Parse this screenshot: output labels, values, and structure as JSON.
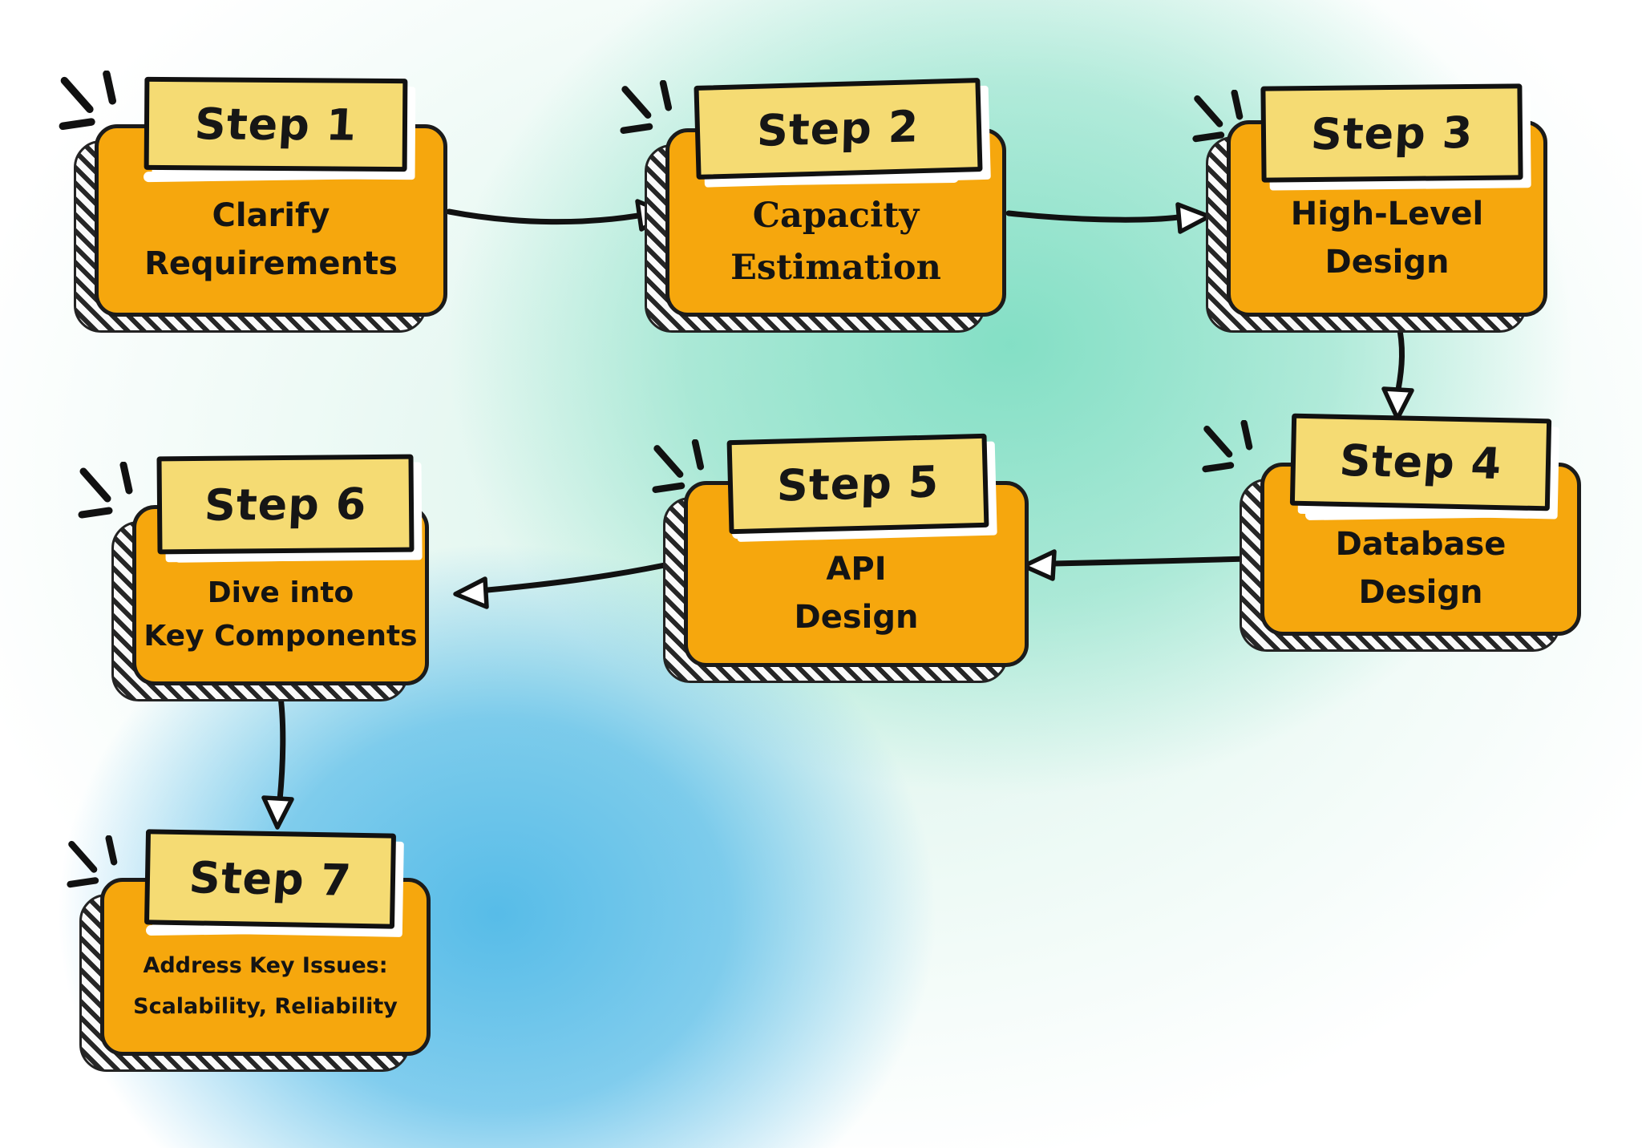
{
  "steps": [
    {
      "id": "step-1",
      "label": "Step 1",
      "title_lines": [
        "Clarify",
        "Requirements"
      ]
    },
    {
      "id": "step-2",
      "label": "Step 2",
      "title_lines": [
        "Capacity",
        "Estimation"
      ]
    },
    {
      "id": "step-3",
      "label": "Step 3",
      "title_lines": [
        "High-Level",
        "Design"
      ]
    },
    {
      "id": "step-4",
      "label": "Step 4",
      "title_lines": [
        "Database",
        "Design"
      ]
    },
    {
      "id": "step-5",
      "label": "Step 5",
      "title_lines": [
        "API",
        "Design"
      ]
    },
    {
      "id": "step-6",
      "label": "Step 6",
      "title_lines": [
        "Dive into",
        "Key Components"
      ]
    },
    {
      "id": "step-7",
      "label": "Step 7",
      "title_lines": [
        "Address Key Issues:",
        "Scalability, Reliability"
      ]
    }
  ],
  "connections": [
    {
      "from": "Step 1",
      "to": "Step 2"
    },
    {
      "from": "Step 2",
      "to": "Step 3"
    },
    {
      "from": "Step 3",
      "to": "Step 4"
    },
    {
      "from": "Step 4",
      "to": "Step 5"
    },
    {
      "from": "Step 5",
      "to": "Step 6"
    },
    {
      "from": "Step 6",
      "to": "Step 7"
    }
  ],
  "colors": {
    "box_fill": "#F6A70D",
    "tab_fill": "#F5DB73",
    "outline": "#1b1b1b",
    "background_teal": "#7FDEC3",
    "background_blue": "#57BCE8",
    "background_base": "#FFFFFF"
  }
}
